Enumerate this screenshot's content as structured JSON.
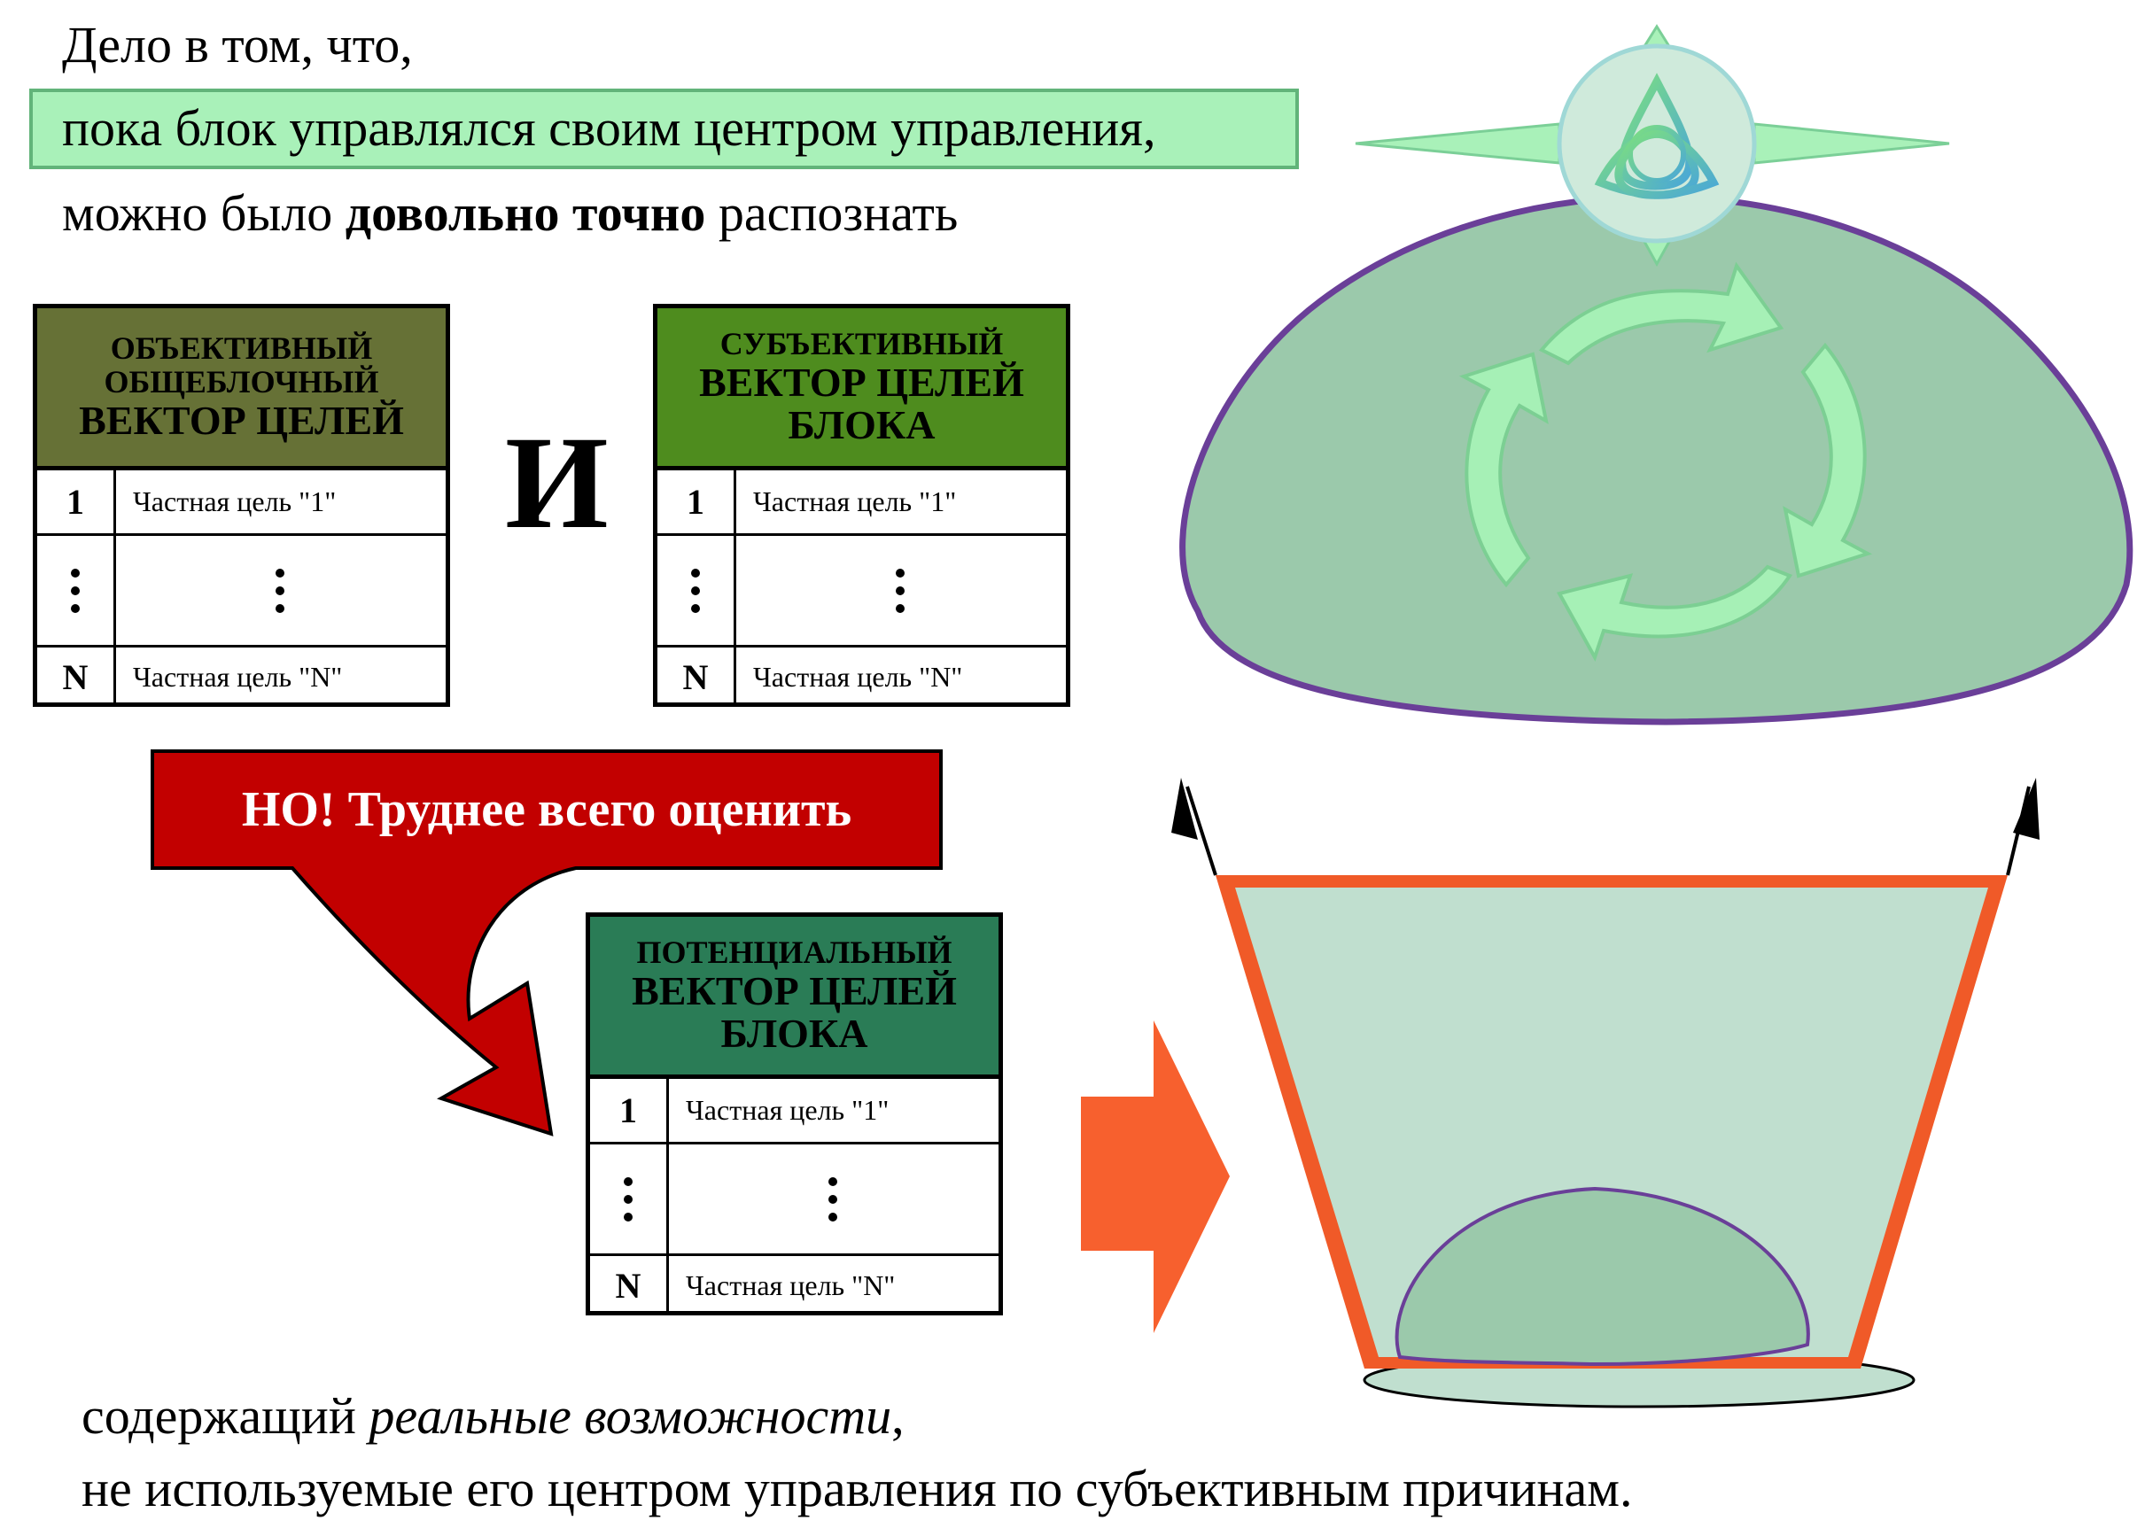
{
  "intro": {
    "line1": "Дело в том, что,",
    "line2": "пока блок управлялся своим центром управления,",
    "line3_pre": "можно было ",
    "line3_bold": "довольно точно",
    "line3_post": " распознать"
  },
  "and_label": "И",
  "table_objective": {
    "head_small_1": "ОБЪЕКТИВНЫЙ",
    "head_small_2": "ОБЩЕБЛОЧНЫЙ",
    "head_big_1": "ВЕКТОР ЦЕЛЕЙ",
    "rows": [
      {
        "num": "1",
        "text": "Частная цель \"1\""
      },
      {
        "num": "",
        "text": ""
      },
      {
        "num": "N",
        "text": "Частная цель \"N\""
      }
    ],
    "header_color": "#667136"
  },
  "table_subjective": {
    "head_small_1": "СУБЪЕКТИВНЫЙ",
    "head_big_1": "ВЕКТОР ЦЕЛЕЙ",
    "head_big_2": "БЛОКА",
    "rows": [
      {
        "num": "1",
        "text": "Частная цель \"1\""
      },
      {
        "num": "",
        "text": ""
      },
      {
        "num": "N",
        "text": "Частная цель \"N\""
      }
    ],
    "header_color": "#4e8c1e"
  },
  "table_potential": {
    "head_small_1": "ПОТЕНЦИАЛЬНЫЙ",
    "head_big_1": "ВЕКТОР ЦЕЛЕЙ",
    "head_big_2": "БЛОКА",
    "rows": [
      {
        "num": "1",
        "text": "Частная цель \"1\""
      },
      {
        "num": "",
        "text": ""
      },
      {
        "num": "N",
        "text": "Частная цель \"N\""
      }
    ],
    "header_color": "#2a7c56"
  },
  "callout": {
    "label": "НО! Труднее всего оценить",
    "color": "#c20000"
  },
  "outro": {
    "line1_pre": "содержащий ",
    "line1_italic": "реальные возможности",
    "line1_post": ",",
    "line2": "не используемые его центром управления по субъективным причинам."
  },
  "colors": {
    "dome": "#9bc9ab",
    "dome_outline": "#6a3f98",
    "cycle_arrows": "#a6f0b6",
    "emblem": "#cfeadb",
    "bucket_fill": "#c0dfcf",
    "bucket_outline": "#f05a28",
    "big_arrow": "#f7602e"
  },
  "icons": {
    "emblem": "triquetra-icon",
    "cycle": "cycle-arrows-icon"
  }
}
